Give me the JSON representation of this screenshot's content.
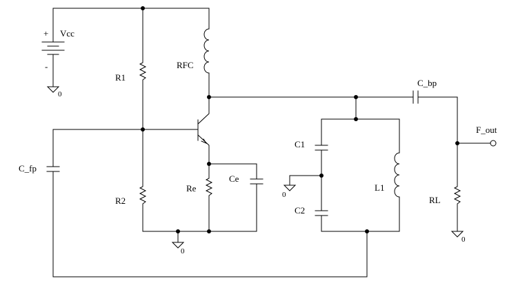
{
  "labels": {
    "vcc": "Vcc",
    "plus": "+",
    "minus": "-",
    "r1": "R1",
    "r2": "R2",
    "rfc": "RFC",
    "re": "Re",
    "ce": "Ce",
    "c_fp": "C_fp",
    "c1": "C1",
    "c2": "C2",
    "l1": "L1",
    "c_bp": "C_bp",
    "f_out": "F_out",
    "rl": "RL"
  },
  "grounds": {
    "vcc_ground": "0",
    "emitter_ground": "0",
    "tank_ground": "0",
    "load_ground": "0"
  }
}
